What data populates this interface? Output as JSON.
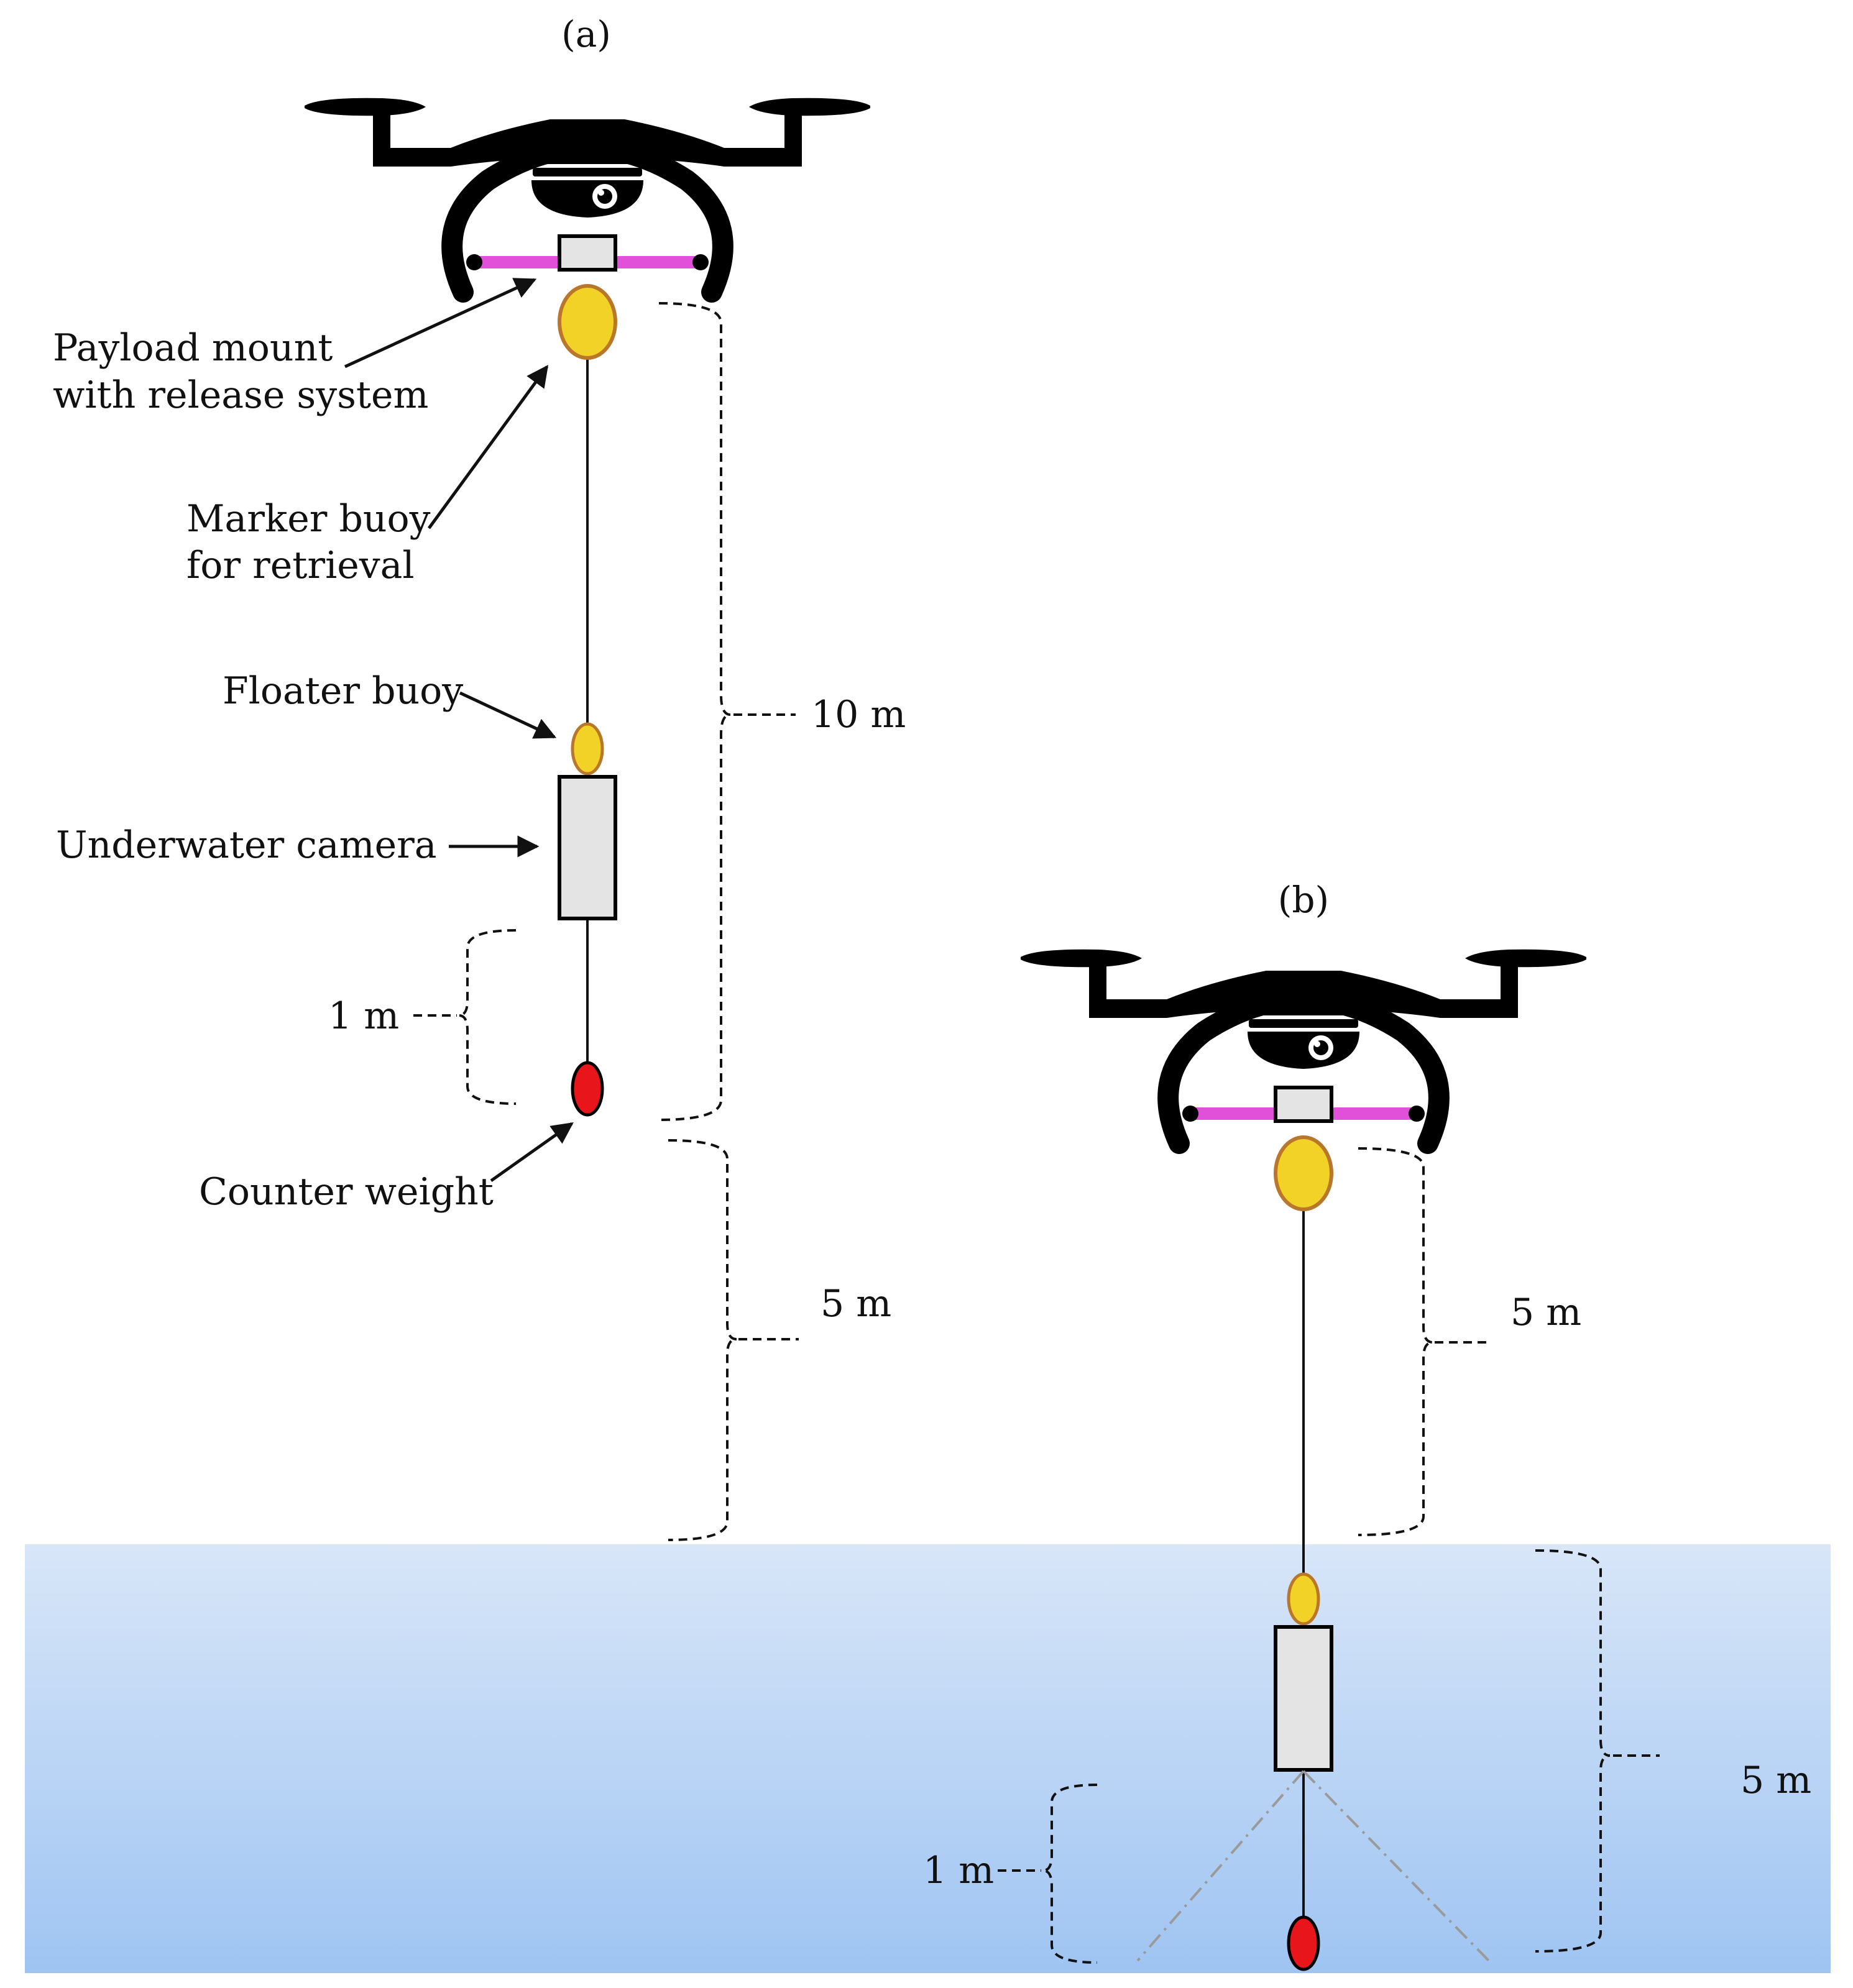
{
  "panels": {
    "a": "(a)",
    "b": "(b)"
  },
  "labels": {
    "payload_mount_line1": "Payload mount",
    "payload_mount_line2": "with release system",
    "marker_buoy_line1": "Marker buoy",
    "marker_buoy_line2": "for retrieval",
    "floater_buoy": "Floater buoy",
    "underwater_camera": "Underwater camera",
    "counter_weight": "Counter weight"
  },
  "dimensions": {
    "a_tether_length": "10 m",
    "a_camera_to_weight": "1 m",
    "a_drone_altitude": "5 m",
    "b_drone_altitude": "5 m",
    "b_water_depth": "5 m",
    "b_camera_to_weight": "1 m"
  },
  "colors": {
    "water_top": "#d8e6f8",
    "water_bottom": "#9fc4f2",
    "mount_bar": "#e050d8",
    "buoy_fill": "#f2d227",
    "buoy_stroke": "#b8772a",
    "weight_fill": "#e8151b",
    "camera_fill": "#e4e4e4",
    "drone": "#000000"
  },
  "icons": {
    "drone": "quadcopter-drone-icon",
    "camera": "underwater-camera-icon"
  }
}
